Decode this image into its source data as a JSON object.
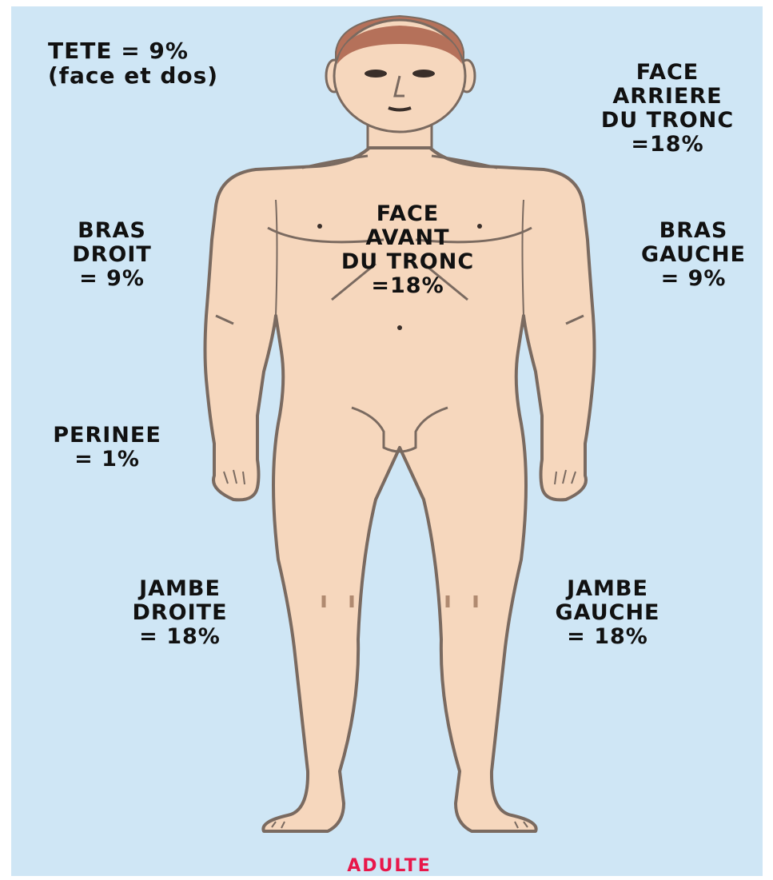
{
  "colors": {
    "background": "#cfe6f5",
    "skin": "#f6d7bd",
    "outline": "#7a6a60",
    "hair": "#b5715a",
    "label_text": "#111111",
    "caption": "#e8174a"
  },
  "labels": {
    "head": {
      "line1": "TETE = 9%",
      "line2": "(face et dos)"
    },
    "back_trunk": {
      "line1": "FACE",
      "line2": "ARRIERE",
      "line3": "DU TRONC",
      "line4": "=18%"
    },
    "front_trunk": {
      "line1": "FACE",
      "line2": "AVANT",
      "line3": "DU TRONC",
      "line4": "=18%"
    },
    "right_arm": {
      "line1": "BRAS",
      "line2": "DROIT",
      "line3": "= 9%"
    },
    "left_arm": {
      "line1": "BRAS",
      "line2": "GAUCHE",
      "line3": "= 9%"
    },
    "perineum": {
      "line1": "PERINEE",
      "line2": "= 1%"
    },
    "right_leg": {
      "line1": "JAMBE",
      "line2": "DROITE",
      "line3": "= 18%"
    },
    "left_leg": {
      "line1": "JAMBE",
      "line2": "GAUCHE",
      "line3": "= 18%"
    }
  },
  "caption": "ADULTE"
}
